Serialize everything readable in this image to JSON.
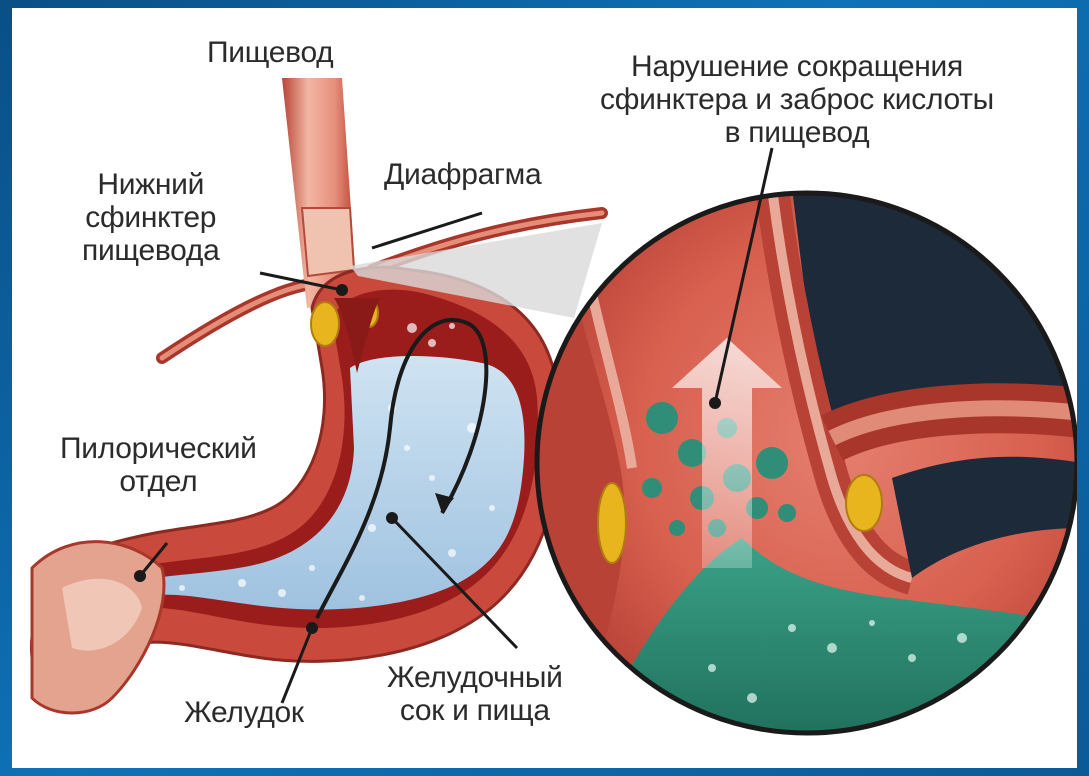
{
  "labels": {
    "esophagus": "Пищевод",
    "diaphragm": "Диафрагма",
    "lower_sphincter": [
      "Нижний",
      "сфинктер",
      "пищевода"
    ],
    "pyloric": [
      "Пилорический",
      "отдел"
    ],
    "stomach": "Желудок",
    "gastric_juice": [
      "Желудочный",
      "сок и пища"
    ],
    "reflux": [
      "Нарушение сокращения",
      "сфинктера и заброс кислоты",
      "в пищевод"
    ]
  },
  "colors": {
    "tissue": "#c94a3c",
    "tissue_light": "#e8a593",
    "mucosa": "#9a1d1c",
    "fluid": "#b6d4ea",
    "acid": "#2f8d78",
    "fat": "#e8b51e",
    "frame_border": "#0e72b8"
  }
}
